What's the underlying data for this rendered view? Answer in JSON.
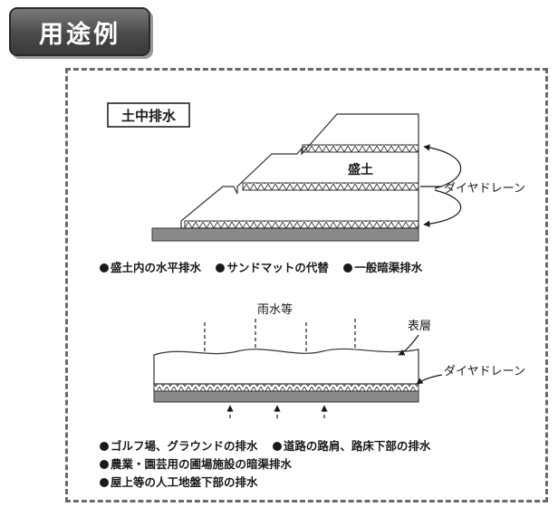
{
  "header": {
    "title": "用途例"
  },
  "section1": {
    "label": "土中排水",
    "embankment_label": "盛土",
    "drain_label": "ダイヤドレーン",
    "uses": [
      "盛土内の水平排水",
      "サンドマットの代替",
      "一般暗渠排水"
    ]
  },
  "section2": {
    "rain_label": "雨水等",
    "surface_label": "表層",
    "drain_label": "ダイヤドレーン",
    "uses_line1": [
      "ゴルフ場、グラウンドの排水",
      "道路の路肩、路床下部の排水"
    ],
    "uses_line2": [
      "農業・園芸用の圃場施設の暗渠排水"
    ],
    "uses_line3": [
      "屋上等の人工地盤下部の排水"
    ]
  },
  "colors": {
    "badge": "#4a4a4a",
    "ground": "#8a8a8a",
    "ink": "#1a1a1a"
  }
}
